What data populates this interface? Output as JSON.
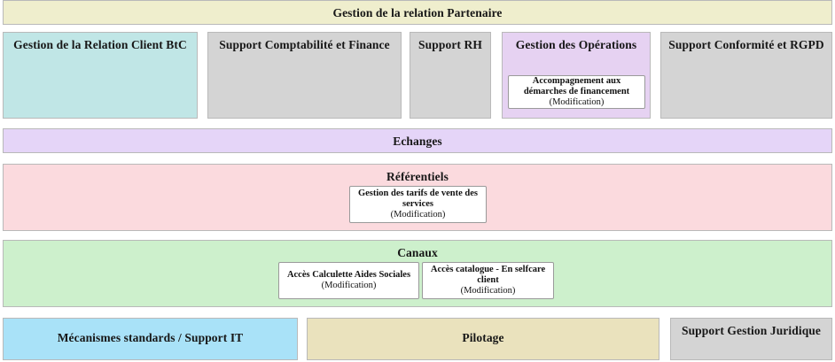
{
  "diagram": {
    "title_band": {
      "label": "Gestion de la relation Partenaire",
      "color": "#efeecd"
    },
    "capability_row": [
      {
        "label": "Gestion de la Relation Client BtC",
        "color": "#c0e6e6",
        "items": []
      },
      {
        "label": "Support Comptabilité et Finance",
        "color": "#d4d4d4",
        "items": []
      },
      {
        "label": "Support RH",
        "color": "#d4d4d4",
        "items": []
      },
      {
        "label": "Gestion des Opérations",
        "color": "#e6d2f2",
        "items": [
          {
            "label": "Accompagnement aux démarches de financement",
            "status": "(Modification)"
          }
        ]
      },
      {
        "label": "Support Conformité et RGPD",
        "color": "#d4d4d4",
        "items": []
      }
    ],
    "echanges_band": {
      "label": "Echanges",
      "color": "#e5d5f8",
      "items": []
    },
    "referentiels_band": {
      "label": "Référentiels",
      "color": "#fbdade",
      "items": [
        {
          "label": "Gestion des tarifs de vente des services",
          "status": "(Modification)"
        }
      ]
    },
    "canaux_band": {
      "label": "Canaux",
      "color": "#cdf0cc",
      "items": [
        {
          "label": "Accès Calculette Aides Sociales",
          "status": "(Modification)"
        },
        {
          "label": "Accès catalogue - En selfcare client",
          "status": "(Modification)"
        }
      ]
    },
    "support_row": [
      {
        "label": "Mécanismes standards / Support IT",
        "color": "#a9e2f8"
      },
      {
        "label": "Pilotage",
        "color": "#eae2bd"
      },
      {
        "label": "Support Gestion Juridique",
        "color": "#d4d4d4"
      }
    ]
  }
}
